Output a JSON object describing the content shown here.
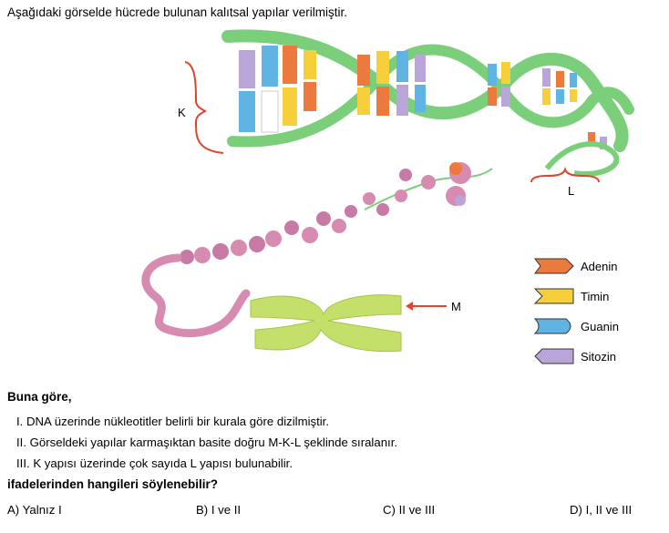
{
  "question": {
    "prompt": "Aşağıdaki görselde hücrede bulunan kalıtsal yapılar verilmiştir.",
    "lead": "Buna göre,",
    "statements": [
      "I. DNA üzerinde nükleotitler belirli bir kurala göre dizilmiştir.",
      "II. Görseldeki yapılar karmaşıktan basite doğru M-K-L şeklinde sıralanır.",
      "III. K yapısı üzerinde çok sayıda L yapısı bulunabilir."
    ],
    "ask": "ifadelerinden hangileri söylenebilir?",
    "options": [
      "A) Yalnız I",
      "B) I ve II",
      "C) II ve III",
      "D) I, II ve III"
    ]
  },
  "figure": {
    "labels": {
      "k": "K",
      "l": "L",
      "m": "M"
    },
    "legend": [
      {
        "name": "Adenin",
        "color": "#ec7a3f",
        "icon": "adenine-arrow-icon"
      },
      {
        "name": "Timin",
        "color": "#f6cf3a",
        "icon": "thymine-notch-icon"
      },
      {
        "name": "Guanin",
        "color": "#5fb4e4",
        "icon": "guanine-round-icon"
      },
      {
        "name": "Sitozin",
        "color": "#b9a5d8",
        "icon": "cytosine-notch-icon"
      }
    ],
    "colors": {
      "backbone": "#7ccf7a",
      "bracket": "#e0442a",
      "chromosome": "#c5e06a",
      "chromatin": "#d88bb1"
    }
  }
}
